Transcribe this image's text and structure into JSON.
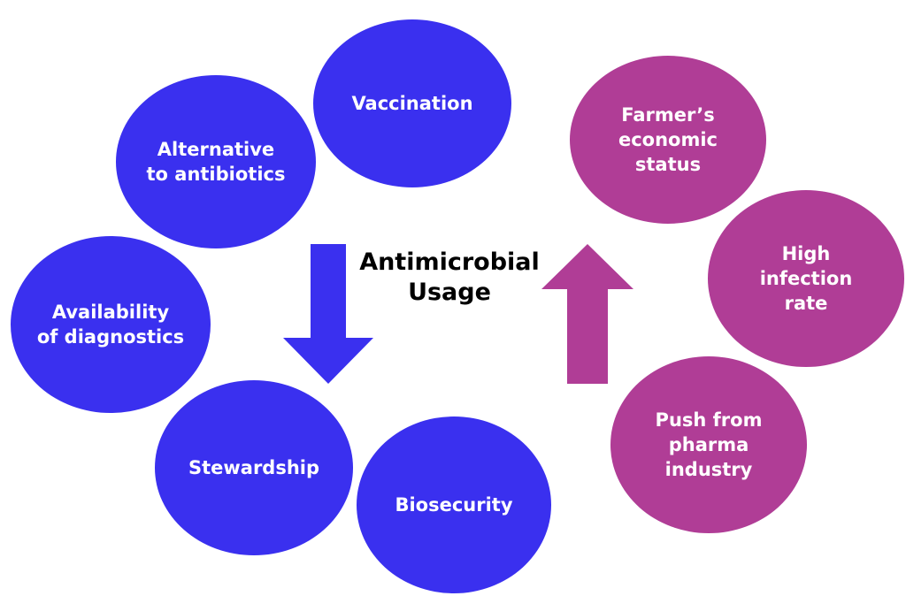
{
  "center": {
    "line1": "Antimicrobial",
    "line2": "Usage"
  },
  "decreasing_factors": {
    "color": "#3a30ef",
    "vaccination": {
      "line1": "Vaccination"
    },
    "alternative": {
      "line1": "Alternative",
      "line2": "to antibiotics"
    },
    "diagnostics": {
      "line1": "Availability",
      "line2": "of diagnostics"
    },
    "stewardship": {
      "line1": "Stewardship"
    },
    "biosecurity": {
      "line1": "Biosecurity"
    }
  },
  "increasing_factors": {
    "color": "#b03d96",
    "farmer": {
      "line1": "Farmer’s",
      "line2": "economic",
      "line3": "status"
    },
    "infection": {
      "line1": "High",
      "line2": "infection",
      "line3": "rate"
    },
    "pharma": {
      "line1": "Push from",
      "line2": "pharma",
      "line3": "industry"
    }
  },
  "arrows": {
    "down": {
      "direction": "down",
      "color": "#3a30ef"
    },
    "up": {
      "direction": "up",
      "color": "#b03d96"
    }
  }
}
